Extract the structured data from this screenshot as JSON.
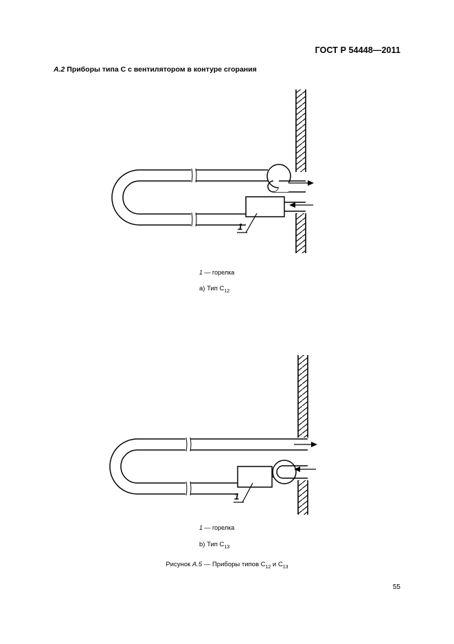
{
  "header": {
    "code": "ГОСТ Р 54448—2011"
  },
  "section": {
    "number": "A.2",
    "title": "Приборы типа С с вентилятором в контуре сгорания"
  },
  "figure_a": {
    "callout": "1",
    "legend_num": "1",
    "legend_text": "— горелка",
    "label_prefix": "a)  Тип С",
    "label_sub": "12"
  },
  "figure_b": {
    "callout": "1",
    "legend_num": "1",
    "legend_text": "— горелка",
    "label_prefix": "b)  Тип С",
    "label_sub": "13"
  },
  "caption": {
    "prefix": "Рисунок ",
    "num": "А.5",
    "text": " — Приборы типов С",
    "sub1": "12",
    "mid": " и С",
    "sub2": "13"
  },
  "page": {
    "number": "55"
  }
}
